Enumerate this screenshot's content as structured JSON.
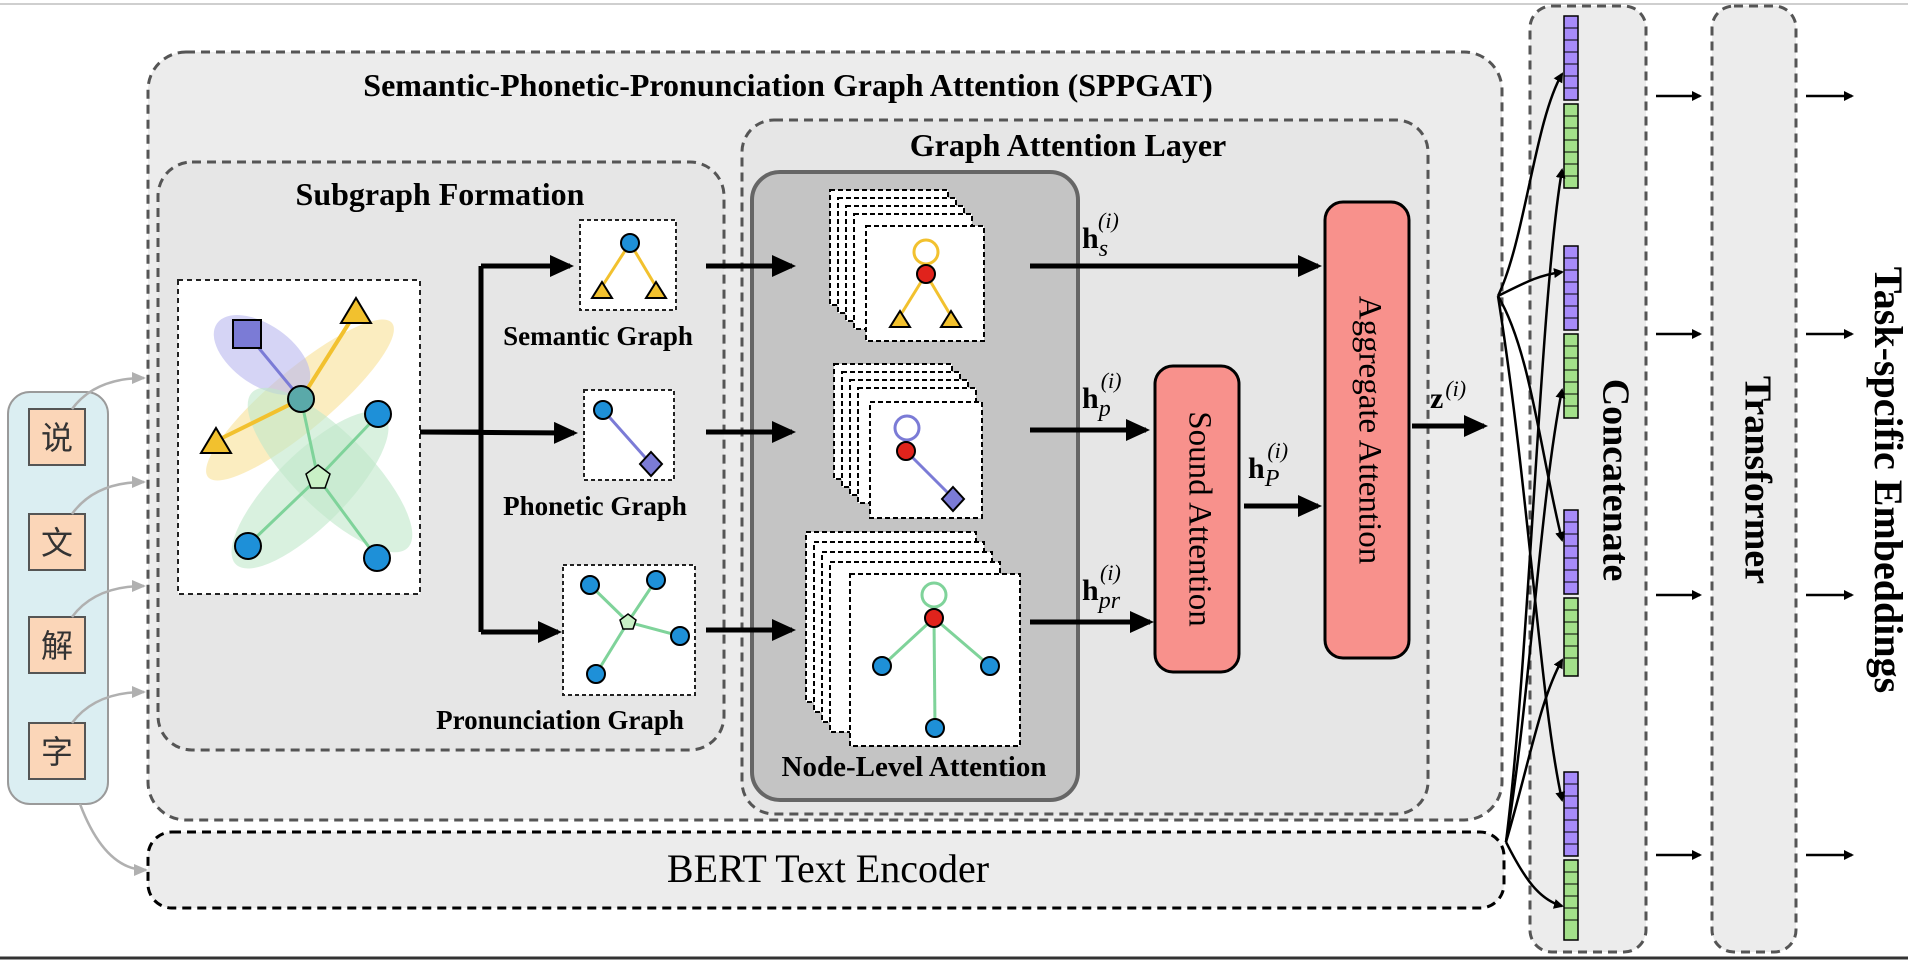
{
  "main_title": "Semantic-Phonetic-Pronunciation Graph Attention (SPPGAT)",
  "subgraph": {
    "title": "Subgraph Formation",
    "semantic_label": "Semantic Graph",
    "phonetic_label": "Phonetic Graph",
    "pronunciation_label": "Pronunciation Graph"
  },
  "gat": {
    "title": "Graph Attention Layer",
    "node_level_label": "Node-Level Attention",
    "sound_attention": "Sound Attention",
    "aggregate_attention": "Aggregate Attention"
  },
  "formulas": {
    "h_s": {
      "base": "h",
      "sub": "s",
      "sup": "(i)"
    },
    "h_p": {
      "base": "h",
      "sub": "p",
      "sup": "(i)"
    },
    "h_pr": {
      "base": "h",
      "sub": "pr",
      "sup": "(i)"
    },
    "h_P": {
      "base": "h",
      "sub": "P",
      "sup": "(i)"
    },
    "z": {
      "base": "z",
      "sup": "(i)"
    }
  },
  "input_chars": [
    "说",
    "文",
    "解",
    "字"
  ],
  "bert_label": "BERT Text Encoder",
  "concatenate_label": "Concatenate",
  "transformer_label": "Transformer",
  "output_label": "Task-spcific Embeddings",
  "colors": {
    "semantic": "#f2c12e",
    "phonetic": "#7b7bd6",
    "pronunciation": "#7fd39a",
    "node_blue": "#1e90d8",
    "node_red": "#e0231c",
    "attention_box": "#f8918c",
    "input_panel": "#dbeef2",
    "char_box": "#fbd6b8",
    "vec_purple": "#a78bfa",
    "vec_green": "#a3e08a"
  }
}
